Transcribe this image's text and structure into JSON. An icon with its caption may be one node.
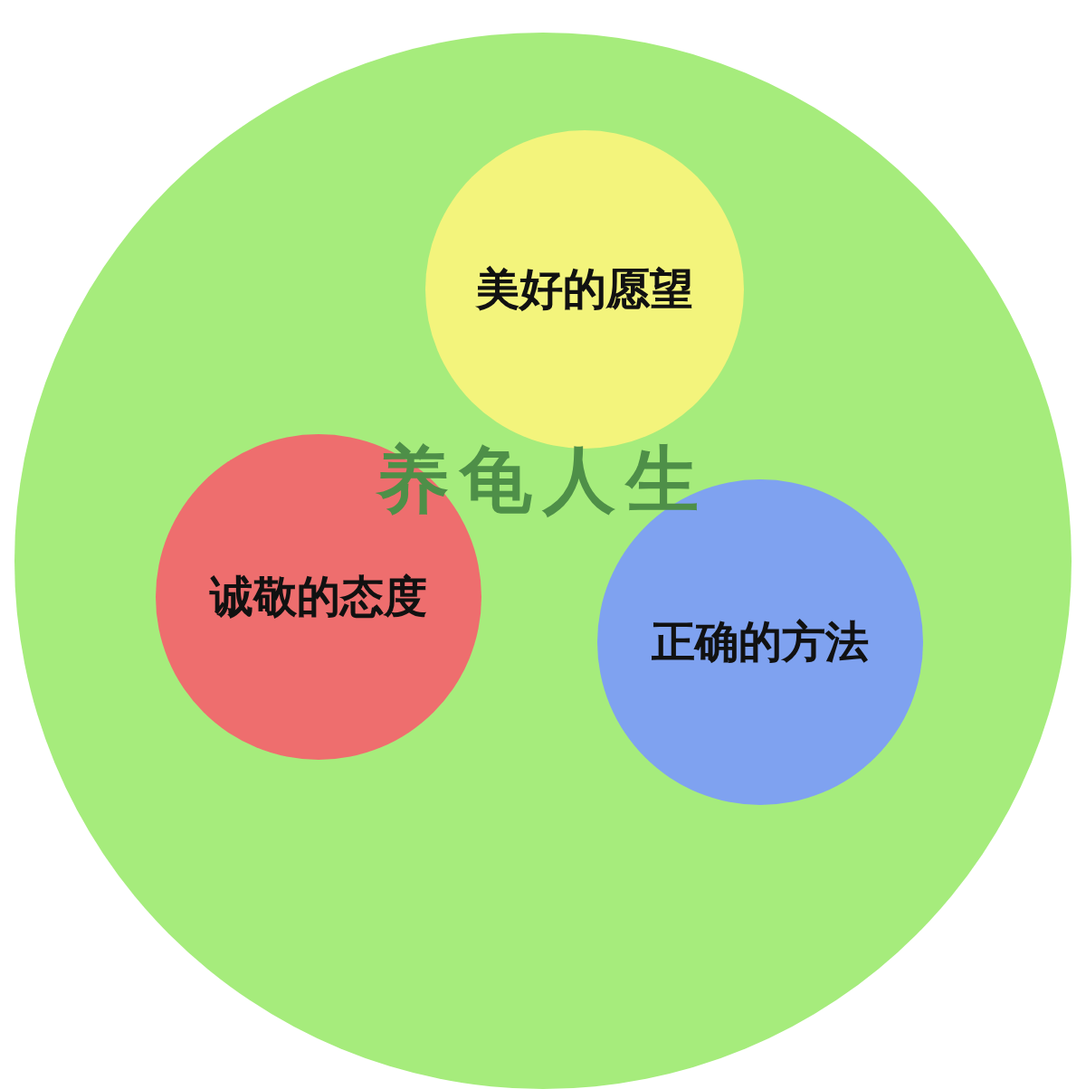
{
  "diagram": {
    "nodes": [
      {
        "text": [
          "养龟人生"
        ]
      },
      {
        "text": [
          "美好的愿望"
        ],
        "in": 0
      },
      {
        "text": [
          "诚敬的态度"
        ],
        "in": 0
      },
      {
        "text": [
          "正确的方法"
        ],
        "in": 0
      }
    ]
  }
}
